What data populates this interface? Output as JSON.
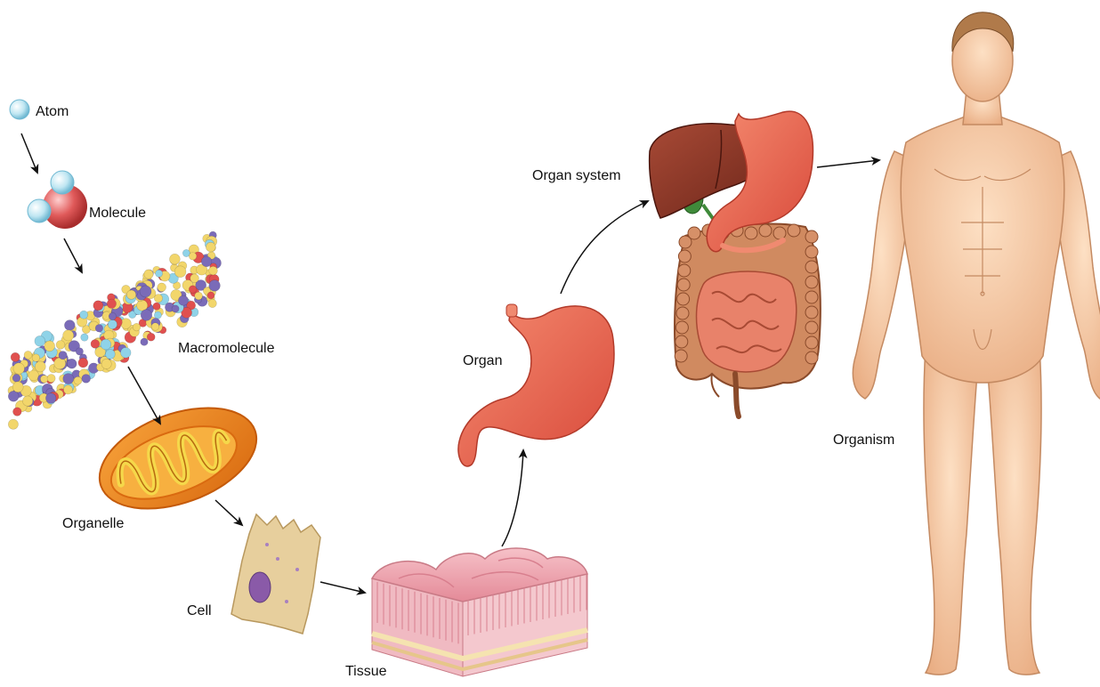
{
  "labels": {
    "atom": "Atom",
    "molecule": "Molecule",
    "macromolecule": "Macromolecule",
    "organelle": "Organelle",
    "cell": "Cell",
    "tissue": "Tissue",
    "organ": "Organ",
    "organ_system": "Organ system",
    "organism": "Organism"
  },
  "colors": {
    "atom_blue": "#bfe6f2",
    "molecule_red": "#e05a5a",
    "macro_yellow": "#f2d66b",
    "macro_purple": "#7a6bb8",
    "macro_red": "#e0504f",
    "macro_cyan": "#8fd3e8",
    "mito_orange": "#f08a1e",
    "mito_inner": "#f5c842",
    "cell_tan": "#e7cf9d",
    "nucleus_purple": "#8a5aa8",
    "tissue_pink": "#f0aab4",
    "stomach_red": "#ee6a52",
    "liver_brown": "#8a3324",
    "intestine_brown": "#c97a52",
    "gall_green": "#3f8a3a",
    "skin": "#f5c9a3",
    "arrow": "#111111"
  }
}
